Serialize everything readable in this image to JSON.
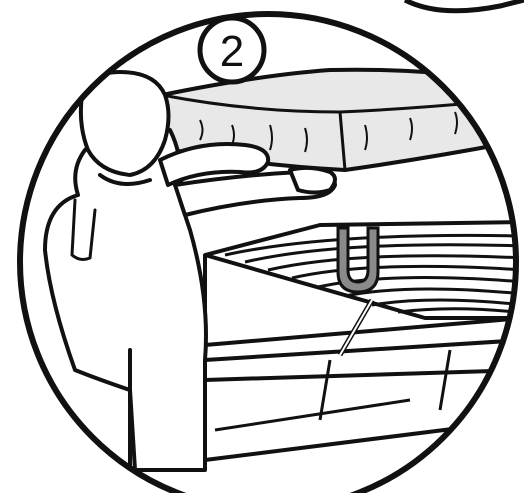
{
  "step": {
    "number": "2"
  },
  "colors": {
    "line": "#111111",
    "paper": "#ffffff",
    "mattress_fill": "#e8e8e8",
    "strap_fill": "#8a8a8a"
  },
  "icons": {
    "frame": "circular-vignette",
    "figure": "person-lifting-mattress",
    "object": "ottoman-bed-base"
  }
}
